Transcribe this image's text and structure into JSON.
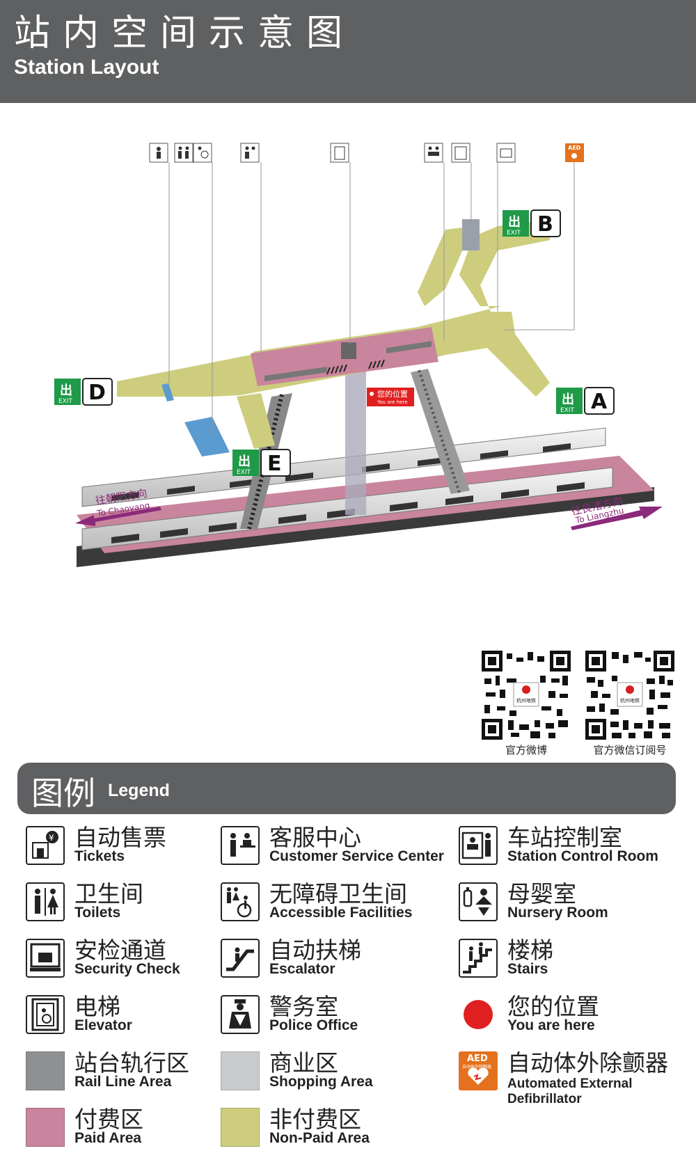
{
  "header": {
    "title_zh": "站内空间示意图",
    "title_en": "Station Layout"
  },
  "map": {
    "exits": [
      {
        "label": "B",
        "exit_text": "出",
        "exit_en": "EXIT"
      },
      {
        "label": "D",
        "exit_text": "出",
        "exit_en": "EXIT"
      },
      {
        "label": "A",
        "exit_text": "出",
        "exit_en": "EXIT"
      },
      {
        "label": "E",
        "exit_text": "出",
        "exit_en": "EXIT"
      }
    ],
    "you_are_here_zh": "您的位置",
    "you_are_here_en": "You are here",
    "direction_left_zh": "往朝阳方向",
    "direction_left_en": "To Chaoyang",
    "direction_right_zh": "往良渚方向",
    "direction_right_en": "To Liangzhu",
    "aed_tag": "AED",
    "colors": {
      "paid": "#c9859d",
      "nonpaid": "#cdcd7d",
      "rail": "#8e9092",
      "shopping": "#c9cbcd",
      "exit_green": "#1f9a48",
      "marker_red": "#e02020",
      "header": "#5e6062",
      "direction_purple": "#8b2a7a"
    }
  },
  "qr": [
    {
      "caption": "官方微博",
      "center_text": "杭州地铁"
    },
    {
      "caption": "官方微信订阅号",
      "center_text": "杭州地铁"
    }
  ],
  "legend": {
    "title_zh": "图例",
    "title_en": "Legend",
    "items": [
      {
        "icon": "ticket-icon",
        "zh": "自动售票",
        "en": "Tickets"
      },
      {
        "icon": "customer-service-icon",
        "zh": "客服中心",
        "en": "Customer Service Center"
      },
      {
        "icon": "control-room-icon",
        "zh": "车站控制室",
        "en": "Station Control Room"
      },
      {
        "icon": "toilet-icon",
        "zh": "卫生间",
        "en": "Toilets"
      },
      {
        "icon": "accessible-toilet-icon",
        "zh": "无障碍卫生间",
        "en": "Accessible Facilities"
      },
      {
        "icon": "nursery-icon",
        "zh": "母婴室",
        "en": "Nursery Room"
      },
      {
        "icon": "security-check-icon",
        "zh": "安检通道",
        "en": "Security Check"
      },
      {
        "icon": "escalator-icon",
        "zh": "自动扶梯",
        "en": "Escalator"
      },
      {
        "icon": "stairs-icon",
        "zh": "楼梯",
        "en": "Stairs"
      },
      {
        "icon": "elevator-icon",
        "zh": "电梯",
        "en": "Elevator"
      },
      {
        "icon": "police-icon",
        "zh": "警务室",
        "en": "Police Office"
      },
      {
        "icon": "you-are-here-icon",
        "zh": "您的位置",
        "en": "You are here"
      },
      {
        "icon": "rail-swatch",
        "zh": "站台轨行区",
        "en": "Rail Line Area"
      },
      {
        "icon": "shopping-swatch",
        "zh": "商业区",
        "en": "Shopping Area"
      },
      {
        "icon": "aed-icon",
        "zh": "自动体外除颤器",
        "en_line1": "Automated External",
        "en_line2": "Defibrillator",
        "aed_label": "AED",
        "aed_sub": "自动体外除颤器"
      },
      {
        "icon": "paid-swatch",
        "zh": "付费区",
        "en": "Paid Area"
      },
      {
        "icon": "nonpaid-swatch",
        "zh": "非付费区",
        "en": "Non-Paid Area"
      }
    ]
  }
}
